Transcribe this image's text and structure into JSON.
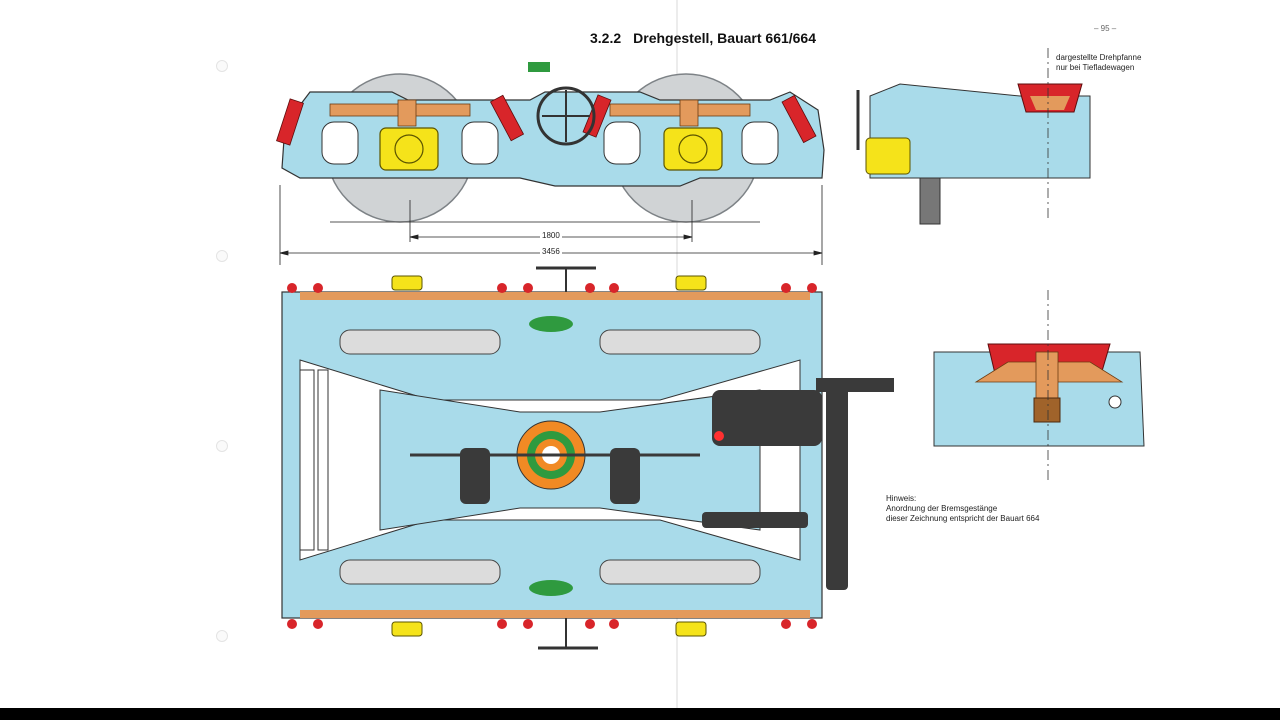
{
  "page_number": "– 95 –",
  "section": {
    "number": "3.2.2",
    "title": "Drehgestell, Bauart 661/664"
  },
  "dimensions": {
    "inner": "1800",
    "outer": "3456"
  },
  "top_right_note": [
    "dargestellte Drehpfanne",
    "nur bei Tiefladewagen"
  ],
  "hint": {
    "heading": "Hinweis:",
    "lines": [
      "Anordnung der Bremsgestänge",
      "dieser Zeichnung entspricht der Bauart 664"
    ]
  },
  "colors": {
    "frame": "#a9dbea",
    "spring": "#e39a5c",
    "red_part": "#d8252a",
    "axlebox": "#f5e31a",
    "wheel": "#cfd2d4",
    "brake": "#3a3a3a",
    "green": "#2f9a3f",
    "pivot": "#f18a24"
  }
}
